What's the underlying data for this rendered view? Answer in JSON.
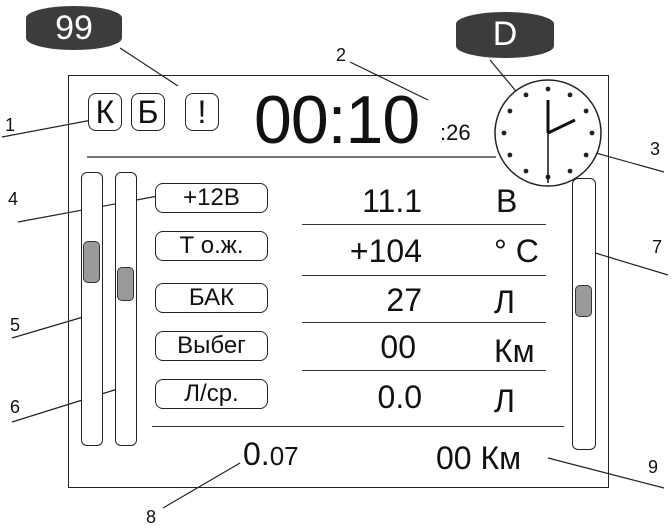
{
  "callouts": {
    "c1": "1",
    "c2": "2",
    "c3": "3",
    "c4": "4",
    "c5": "5",
    "c6": "6",
    "c7": "7",
    "c8": "8",
    "c9": "9"
  },
  "tags": {
    "left": "99",
    "right": "D"
  },
  "indicators": {
    "k": "К",
    "b": "Б",
    "warn": "!"
  },
  "time": {
    "main": "00:10",
    "seconds": ":26"
  },
  "rows": [
    {
      "label": "+12В",
      "value": "11.1",
      "unit": "В"
    },
    {
      "label": "Т о.ж.",
      "value": "+104",
      "unit": "° С"
    },
    {
      "label": "БАК",
      "value": "27",
      "unit": "Л"
    },
    {
      "label": "Выбег",
      "value": "00",
      "unit": "Км"
    },
    {
      "label": "Л/ср.",
      "value": "0.0",
      "unit": "Л"
    }
  ],
  "bottom": {
    "left_main": "0.",
    "left_small": "07",
    "right": "00 Км"
  },
  "gauges": {
    "left_a_level": 0.3,
    "left_b_level": 0.4,
    "right_level": 0.45
  },
  "colors": {
    "tag_bg": "#3c3c3c",
    "thumb": "#9a9a9a",
    "line": "#222222"
  }
}
